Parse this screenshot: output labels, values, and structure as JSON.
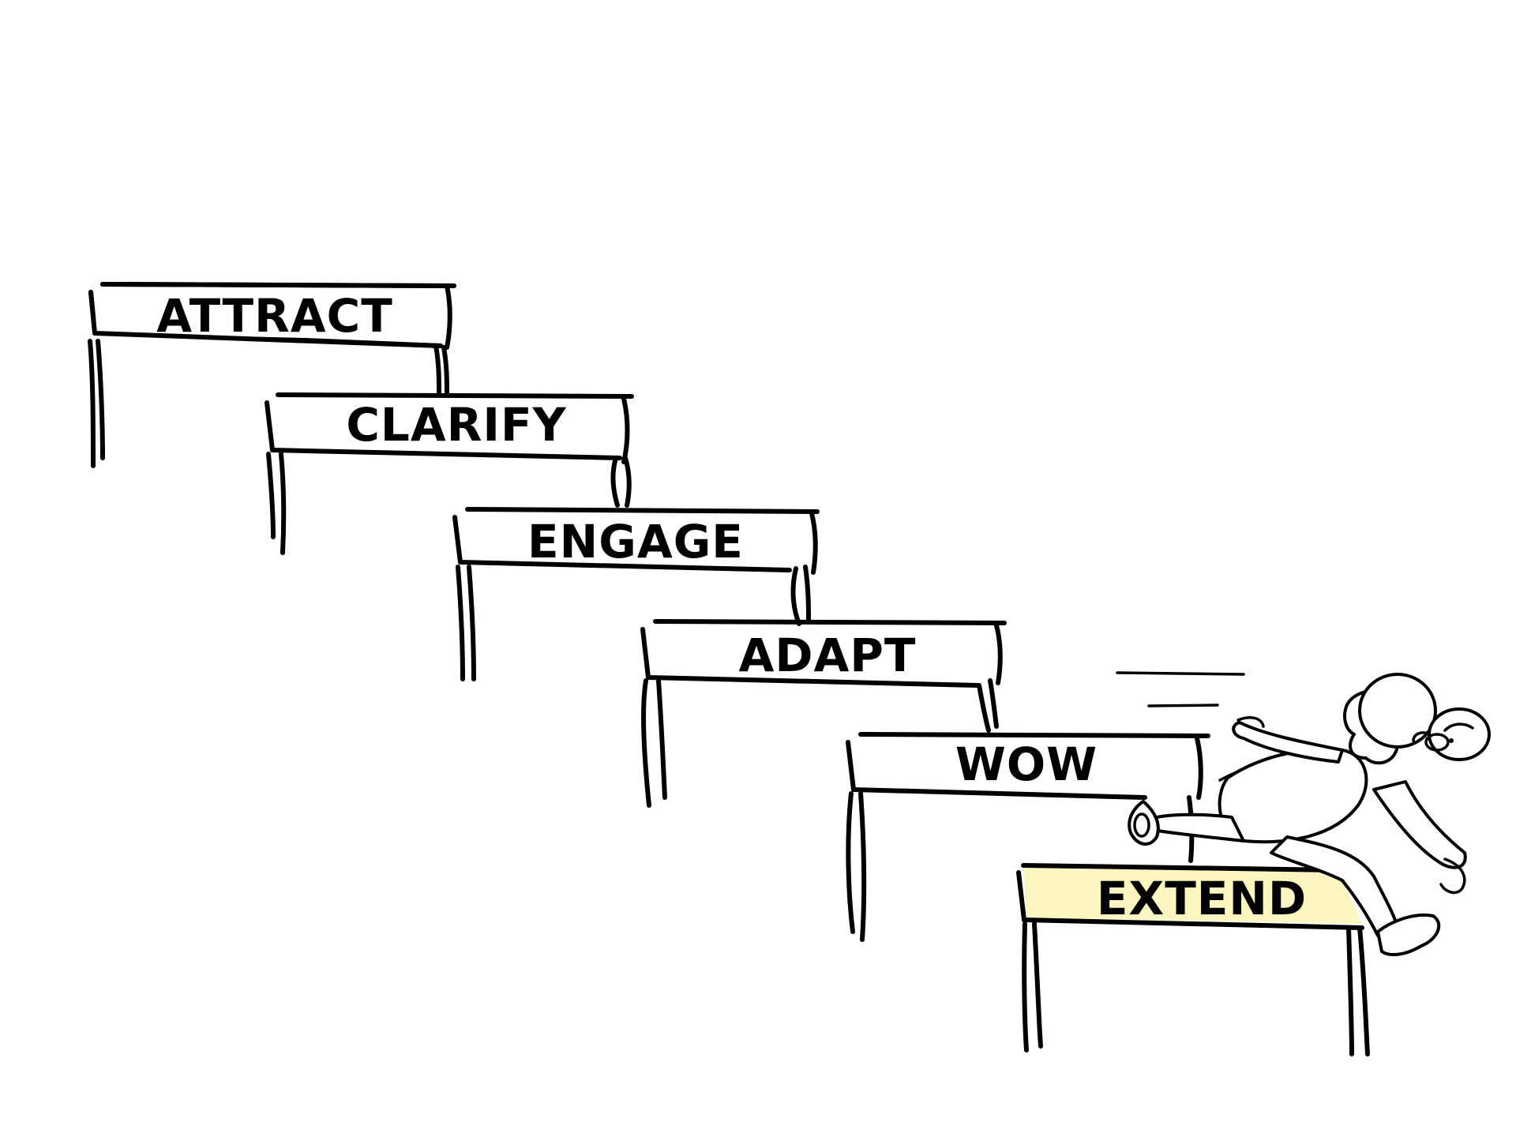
{
  "hurdles": [
    {
      "label": "ATTRACT",
      "highlighted": false
    },
    {
      "label": "CLARIFY",
      "highlighted": false
    },
    {
      "label": "ENGAGE",
      "highlighted": false
    },
    {
      "label": "ADAPT",
      "highlighted": false
    },
    {
      "label": "WOW",
      "highlighted": false
    },
    {
      "label": "EXTEND",
      "highlighted": true
    }
  ],
  "colors": {
    "ink": "#000000",
    "highlight": "#fbf6bf",
    "background": "#ffffff"
  },
  "figure": {
    "icon": "hurdler-icon"
  }
}
